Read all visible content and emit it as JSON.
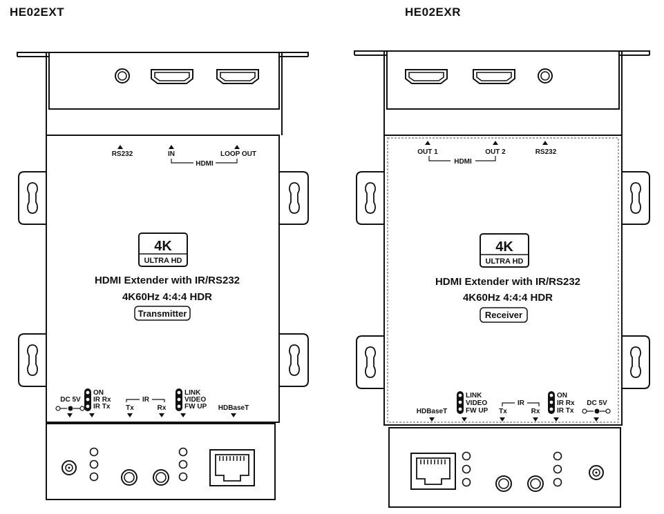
{
  "transmitter": {
    "model": "HE02EXT",
    "top_labels": {
      "rs232": "RS232",
      "in": "IN",
      "loop_out": "LOOP OUT",
      "hdmi": "HDMI"
    },
    "logo": {
      "big": "4K",
      "small": "ULTRA HD"
    },
    "line1": "HDMI Extender with IR/RS232",
    "line2": "4K60Hz 4:4:4 HDR",
    "badge": "Transmitter",
    "bottom_labels": {
      "dc": "DC 5V",
      "led_on": "ON",
      "led_irrx": "IR Rx",
      "led_irtx": "IR Tx",
      "ir": "IR",
      "tx": "Tx",
      "rx": "Rx",
      "led_link": "LINK",
      "led_video": "VIDEO",
      "led_fwup": "FW UP",
      "hdbaset": "HDBaseT"
    }
  },
  "receiver": {
    "model": "HE02EXR",
    "top_labels": {
      "out1": "OUT 1",
      "out2": "OUT 2",
      "rs232": "RS232",
      "hdmi": "HDMI"
    },
    "logo": {
      "big": "4K",
      "small": "ULTRA HD"
    },
    "line1": "HDMI Extender with IR/RS232",
    "line2": "4K60Hz 4:4:4 HDR",
    "badge": "Receiver",
    "bottom_labels": {
      "hdbaset": "HDBaseT",
      "led_link": "LINK",
      "led_video": "VIDEO",
      "led_fwup": "FW UP",
      "ir": "IR",
      "tx": "Tx",
      "rx": "Rx",
      "led_on": "ON",
      "led_irrx": "IR Rx",
      "led_irtx": "IR Tx",
      "dc": "DC 5V"
    }
  }
}
